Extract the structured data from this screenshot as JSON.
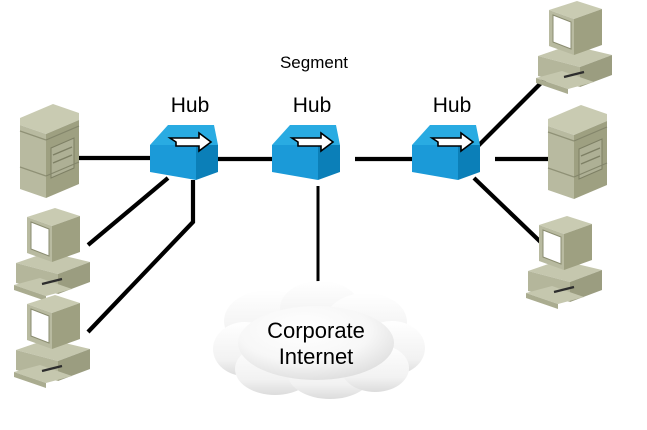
{
  "diagram": {
    "title_label": "Segment",
    "background_color": "#ffffff",
    "line_color": "#000000",
    "hub_top_color": "#29abe2",
    "hub_front_color": "#1b9ad8",
    "hub_side_color": "#0b7fb8",
    "device_body_color": "#b5b79a",
    "device_top_color": "#c9cbb2",
    "device_side_color": "#93957c",
    "cloud_color": "#f2f2f2"
  },
  "labels": {
    "hub_left": "Hub",
    "hub_center": "Hub",
    "hub_right": "Hub",
    "cloud_line1": "Corporate",
    "cloud_line2": "Internet"
  },
  "nodes": [
    {
      "id": "server-left",
      "type": "server",
      "label": ""
    },
    {
      "id": "pc-left-middle",
      "type": "desktop-pc",
      "label": ""
    },
    {
      "id": "pc-left-bottom",
      "type": "desktop-pc",
      "label": ""
    },
    {
      "id": "hub-left",
      "type": "hub",
      "label": "Hub"
    },
    {
      "id": "hub-center",
      "type": "hub",
      "label": "Hub"
    },
    {
      "id": "hub-right",
      "type": "hub",
      "label": "Hub"
    },
    {
      "id": "pc-right-top",
      "type": "desktop-pc",
      "label": ""
    },
    {
      "id": "server-right",
      "type": "server",
      "label": ""
    },
    {
      "id": "pc-right-bottom",
      "type": "desktop-pc",
      "label": ""
    },
    {
      "id": "cloud-internet",
      "type": "cloud",
      "label": "Corporate Internet"
    }
  ],
  "links": [
    {
      "from": "server-left",
      "to": "hub-left"
    },
    {
      "from": "pc-left-middle",
      "to": "hub-left"
    },
    {
      "from": "pc-left-bottom",
      "to": "hub-left"
    },
    {
      "from": "hub-left",
      "to": "hub-center"
    },
    {
      "from": "hub-center",
      "to": "hub-right"
    },
    {
      "from": "hub-center",
      "to": "cloud-internet"
    },
    {
      "from": "hub-right",
      "to": "pc-right-top"
    },
    {
      "from": "hub-right",
      "to": "server-right"
    },
    {
      "from": "hub-right",
      "to": "pc-right-bottom"
    }
  ]
}
